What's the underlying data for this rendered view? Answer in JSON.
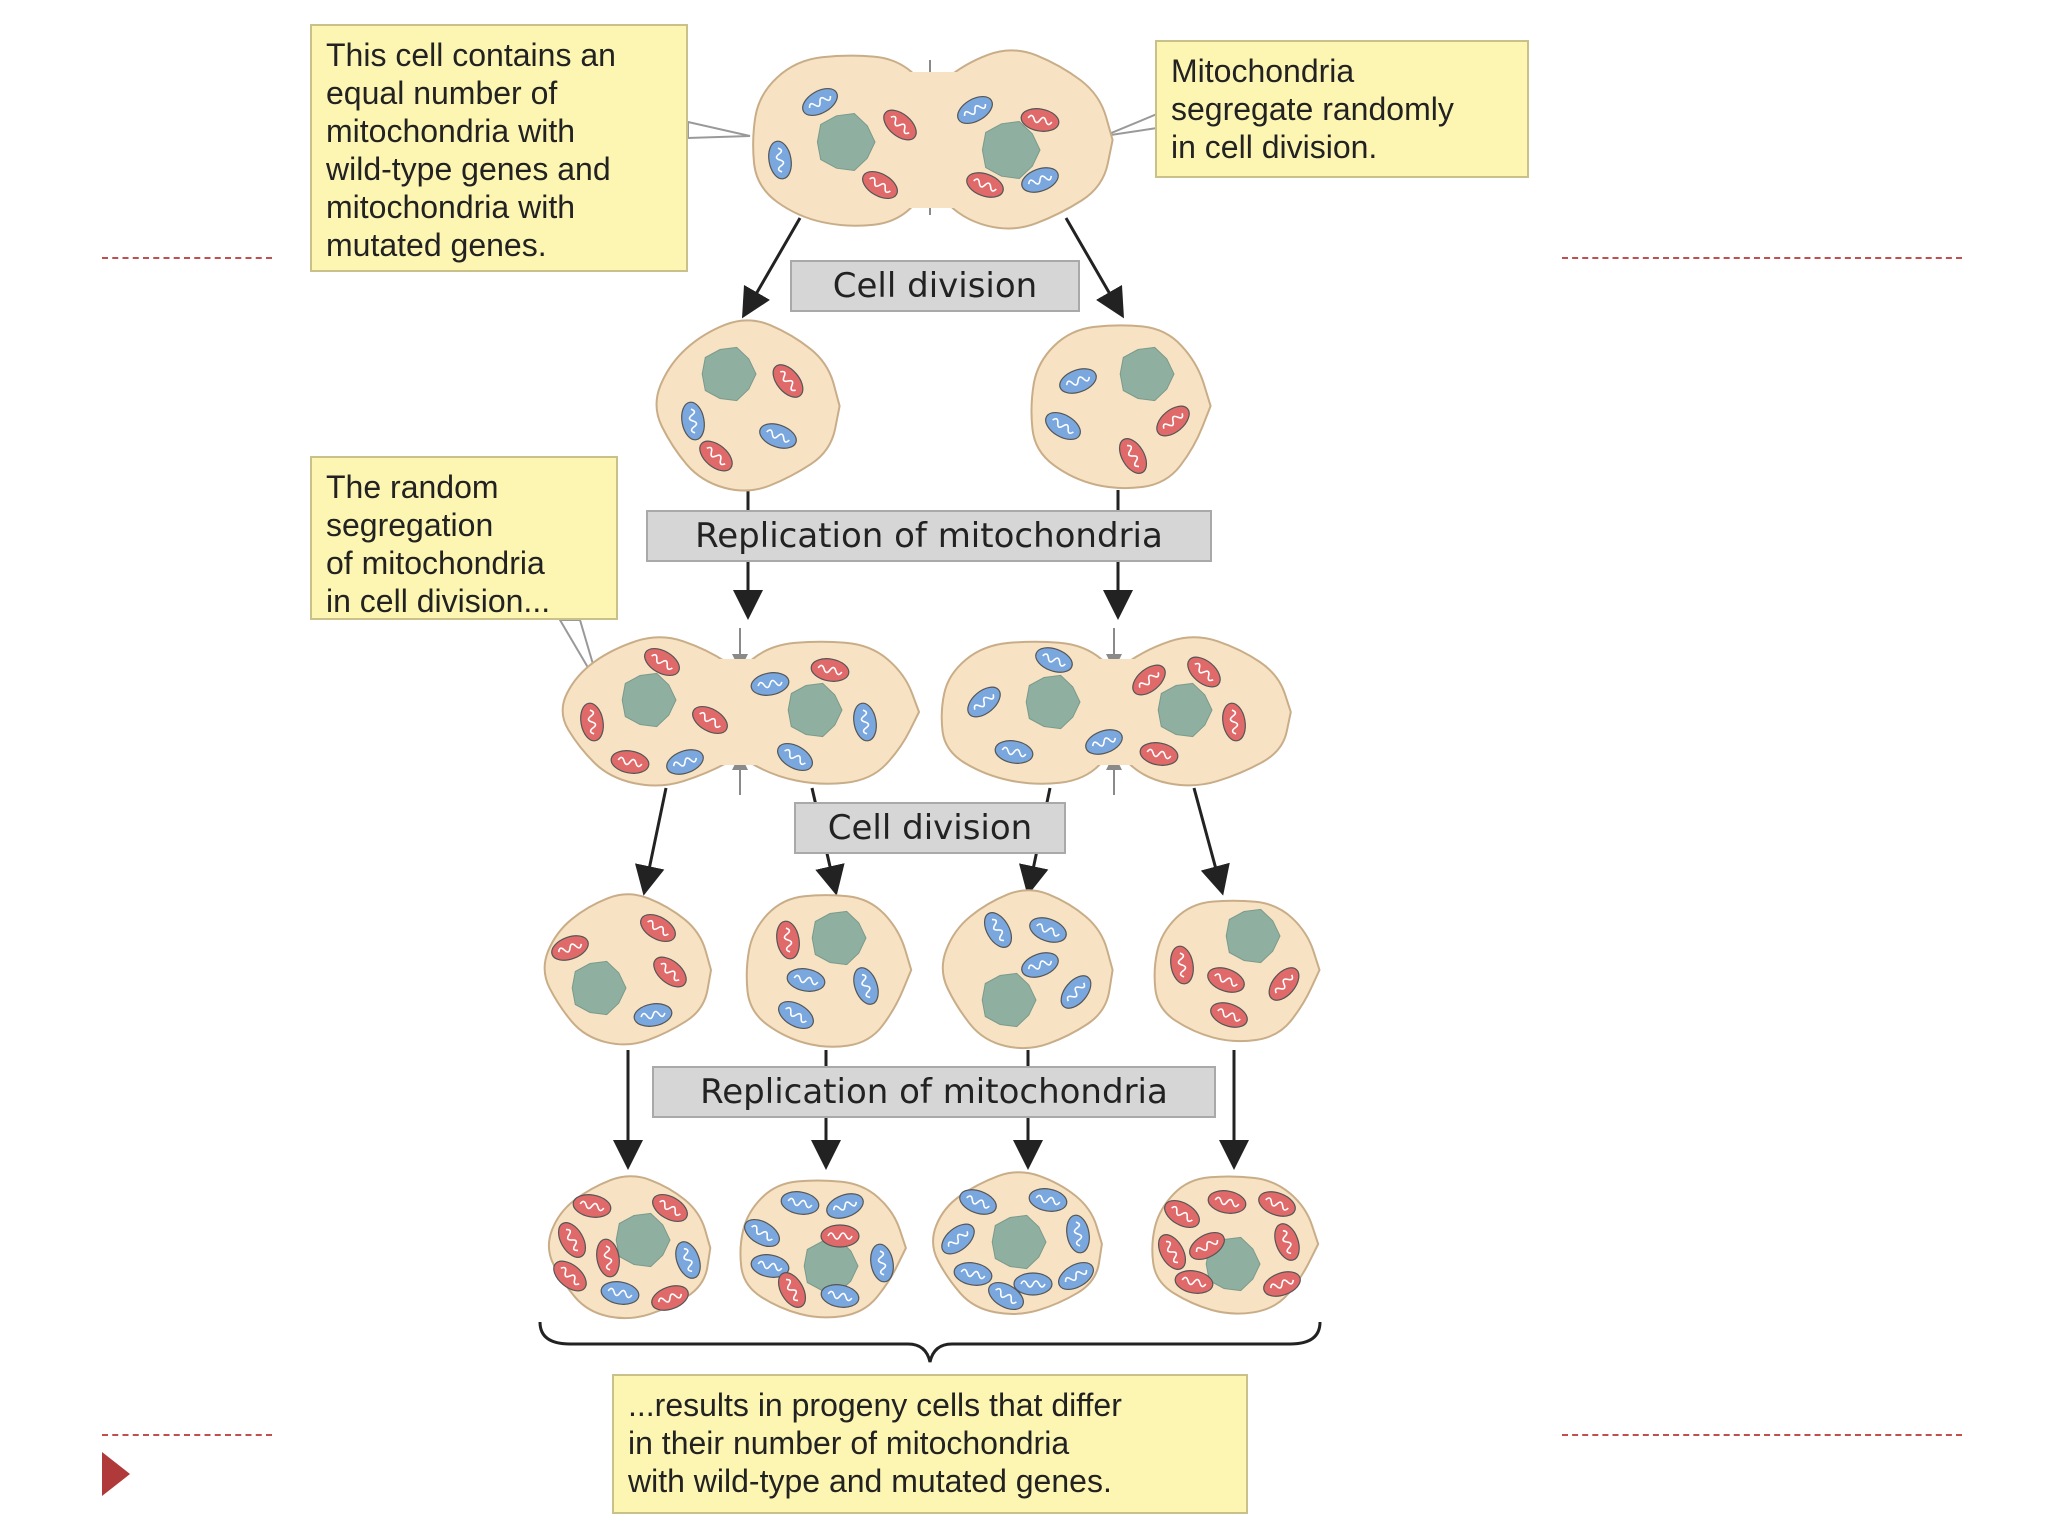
{
  "callouts": {
    "equal_number": [
      "This cell contains an",
      "equal number of",
      "mitochondria with",
      "wild-type genes and",
      "mitochondria with",
      "mutated genes."
    ],
    "segregate": [
      "Mitochondria",
      "segregate randomly",
      "in cell division."
    ],
    "random_segregation": [
      "The random",
      "segregation",
      "of mitochondria",
      "in cell division..."
    ],
    "results": [
      "...results in progeny cells that differ",
      "in their number of mitochondria",
      "with wild-type and mutated genes."
    ]
  },
  "steps": {
    "cell_division_1": "Cell division",
    "replication_1": "Replication of mitochondria",
    "cell_division_2": "Cell division",
    "replication_2": "Replication of mitochondria"
  },
  "colors": {
    "cell_fill": "#f7e3c3",
    "cell_outline": "#c9ad88",
    "nucleus": "#8fb0a1",
    "wild_type_mito": "#7aa7dd",
    "mutated_mito": "#e06a6a",
    "label_box": "#d6d6d6",
    "callout_box": "#fdf6b2",
    "dashed_rule": "#c0504d"
  },
  "icons": {
    "slide_marker": "play-triangle-icon"
  }
}
